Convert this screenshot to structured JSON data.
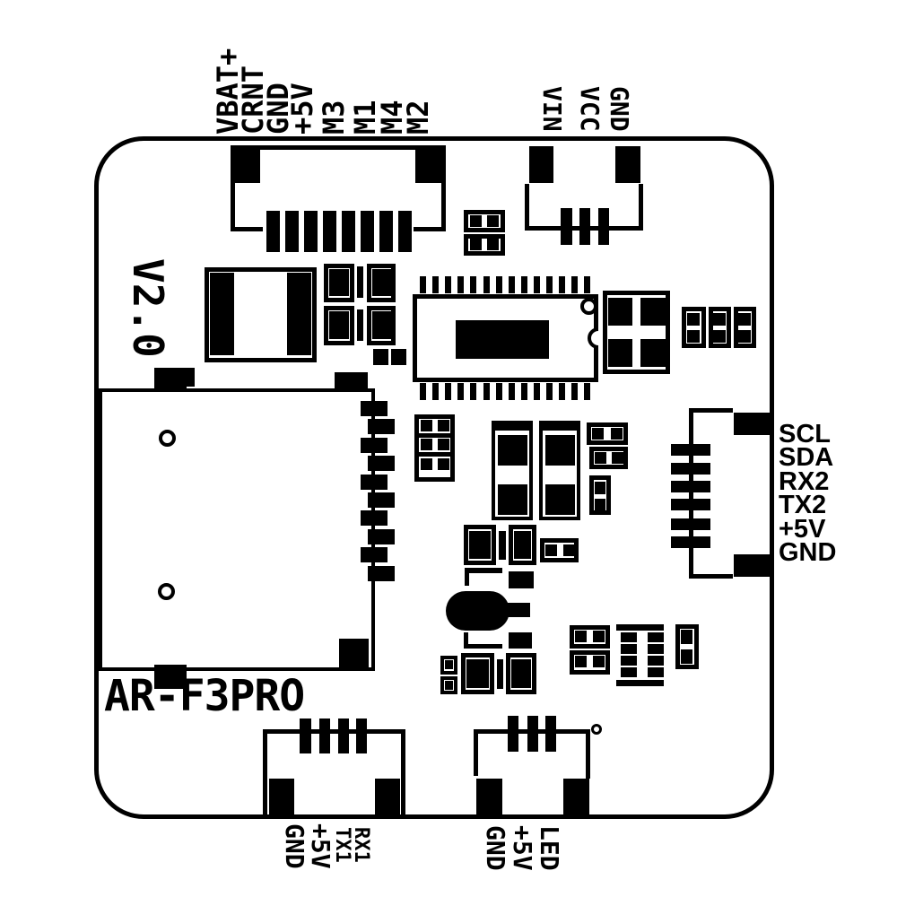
{
  "diagram": {
    "board_name": "AR-F3PRO",
    "version": "V2.0",
    "colors": {
      "ink": "#000000",
      "background": "#ffffff"
    },
    "pin_labels": {
      "top_left": [
        "VBAT+",
        "CRNT",
        "GND",
        "+5V",
        "M3",
        "M1",
        "M4",
        "M2"
      ],
      "top_right": [
        "VIN",
        "VCC",
        "GND"
      ],
      "right": [
        "SCL",
        "SDA",
        "RX2",
        "TX2",
        "+5V",
        "GND"
      ],
      "bottom_left": [
        "GND",
        "+5V",
        "TX1",
        "RX1"
      ],
      "bottom_right": [
        "GND",
        "+5V",
        "LED"
      ]
    }
  }
}
